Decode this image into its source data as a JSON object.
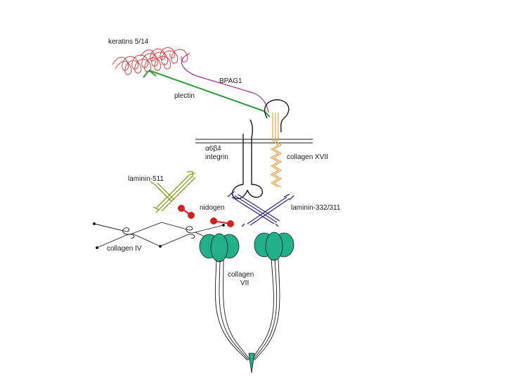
{
  "labels": {
    "keratins": "keratins 5/14",
    "bpag1": "BPAG1",
    "plectin": "plectin",
    "integrin_line1": "α6β4",
    "integrin_line2": "integrin",
    "collagen_xvii": "collagen XVII",
    "laminin_511": "laminin-511",
    "nidogen": "nidogen",
    "laminin_332": "laminin-332/311",
    "collagen_iv": "collagen IV",
    "collagen_vii_line1": "collagen",
    "collagen_vii_line2": "VII"
  },
  "colors": {
    "keratin": "#d94040",
    "bpag1": "#a0309a",
    "plectin": "#2e9a3a",
    "collagen_xvii": "#e8a040",
    "laminin_511": "#8a9a20",
    "nidogen": "#d42020",
    "laminin_332": "#3a2a80",
    "collagen_vii": "#20b08a",
    "line": "#1a1a1a"
  }
}
